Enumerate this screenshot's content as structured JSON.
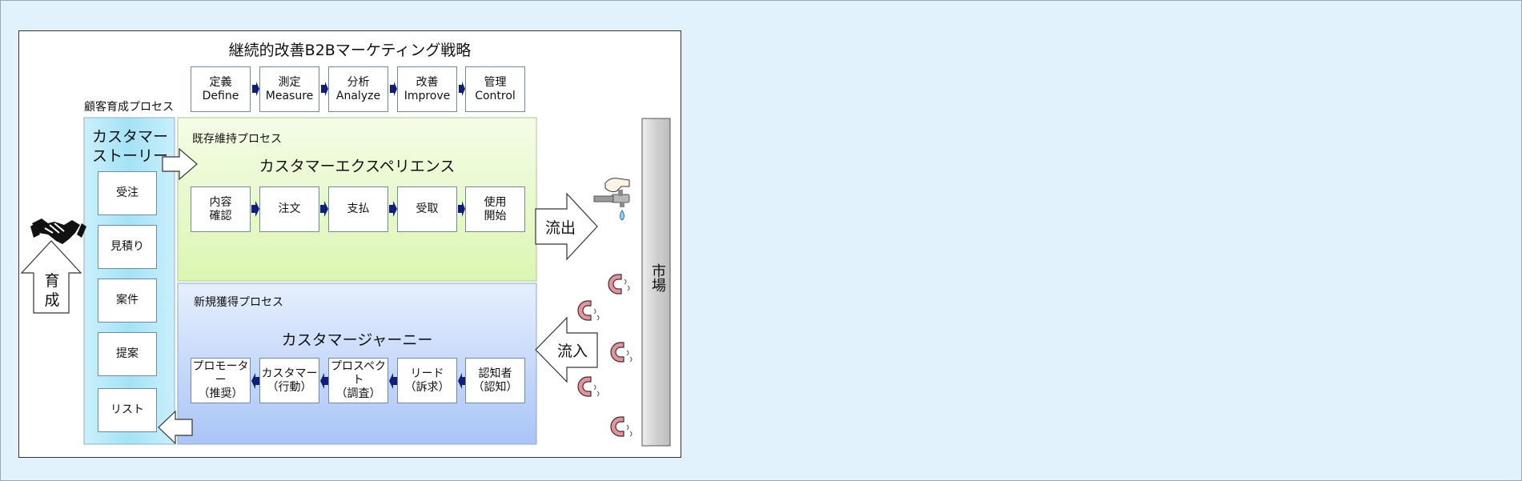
{
  "title": "継続的改善B2Bマーケティング戦略",
  "dmaic": [
    {
      "jp": "定義",
      "en": "Define"
    },
    {
      "jp": "測定",
      "en": "Measure"
    },
    {
      "jp": "分析",
      "en": "Analyze"
    },
    {
      "jp": "改善",
      "en": "Improve"
    },
    {
      "jp": "管理",
      "en": "Control"
    }
  ],
  "nurture": {
    "label": "顧客育成プロセス",
    "story_l1": "カスタマー",
    "story_l2": "ストーリー",
    "steps": [
      "受注",
      "見積り",
      "案件",
      "提案",
      "リスト"
    ],
    "ikusei_1": "育",
    "ikusei_2": "成"
  },
  "retention": {
    "label": "既存維持プロセス",
    "heading": "カスタマーエクスペリエンス",
    "steps": [
      {
        "l1": "内容",
        "l2": "確認"
      },
      {
        "l1": "注文",
        "l2": ""
      },
      {
        "l1": "支払",
        "l2": ""
      },
      {
        "l1": "受取",
        "l2": ""
      },
      {
        "l1": "使用",
        "l2": "開始"
      }
    ]
  },
  "acquisition": {
    "label": "新規獲得プロセス",
    "heading": "カスタマージャーニー",
    "steps": [
      {
        "l1": "プロモーター",
        "l2": "（推奨）"
      },
      {
        "l1": "カスタマー",
        "l2": "（行動）"
      },
      {
        "l1": "プロスペクト",
        "l2": "（調査）"
      },
      {
        "l1": "リード",
        "l2": "（訴求）"
      },
      {
        "l1": "認知者",
        "l2": "（認知）"
      }
    ]
  },
  "outflow": "流出",
  "inflow": "流入",
  "market": "市場",
  "colors": {
    "accent_arrow": "#0d1f7a",
    "retention_bg": "#e6f8c6",
    "acquisition_bg": "#c9dcfb",
    "story_bg": "#a9e4f7"
  }
}
